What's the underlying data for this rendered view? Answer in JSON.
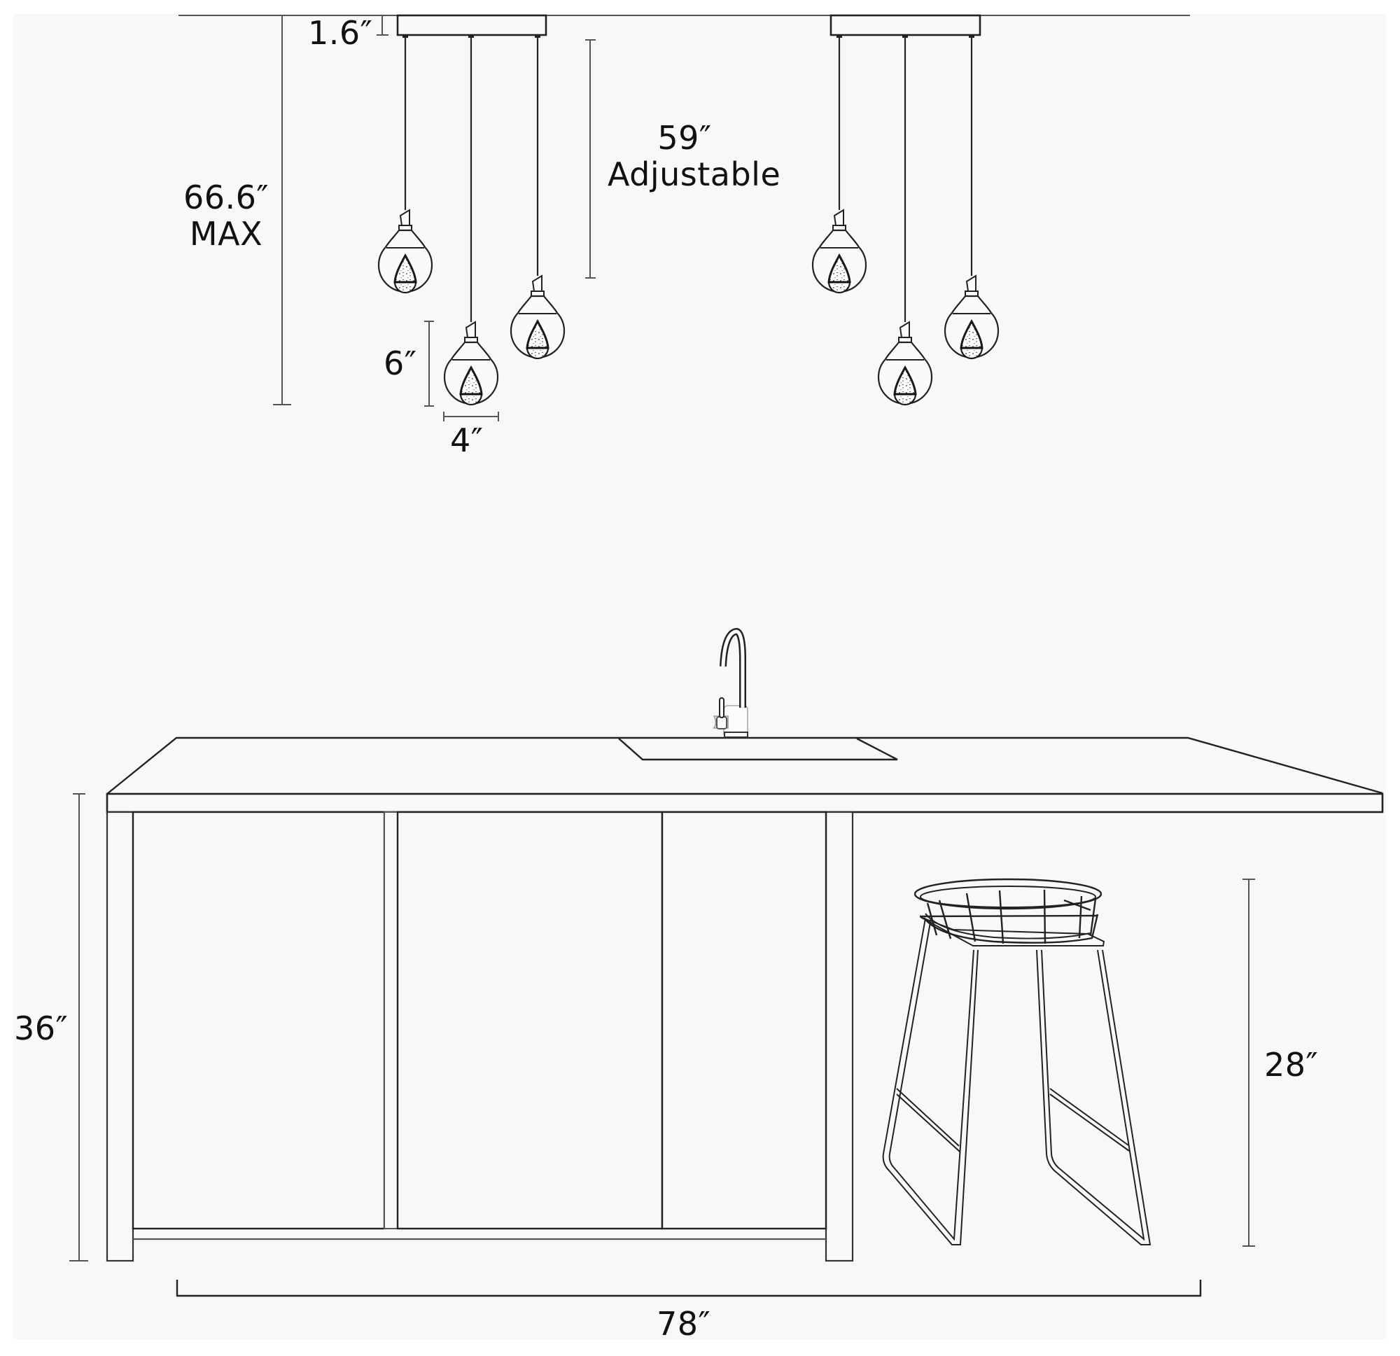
{
  "diagram": {
    "type": "dimension-drawing",
    "subject": "Kitchen island with two triple-pendant light fixtures and bar stool",
    "colors": {
      "background_panel": "#f8f8f8",
      "line": "#222222",
      "dimension_line": "#555555",
      "text": "#111111"
    }
  },
  "dimensions": {
    "canopy_height": "1.6″",
    "overall_max": {
      "value": "66.6″",
      "note": "MAX"
    },
    "cord": {
      "value": "59″",
      "note": "Adjustable"
    },
    "globe_height": "6″",
    "globe_width": "4″",
    "island_height": "36″",
    "stool_height": "28″",
    "island_length": "78″"
  },
  "fixtures": [
    {
      "name": "fixture-left",
      "pendant_count": 3
    },
    {
      "name": "fixture-right",
      "pendant_count": 3
    }
  ],
  "objects": [
    "ceiling-line",
    "canopy",
    "pendant-globe",
    "counter-top",
    "sink",
    "faucet",
    "cabinet",
    "bar-stool"
  ]
}
